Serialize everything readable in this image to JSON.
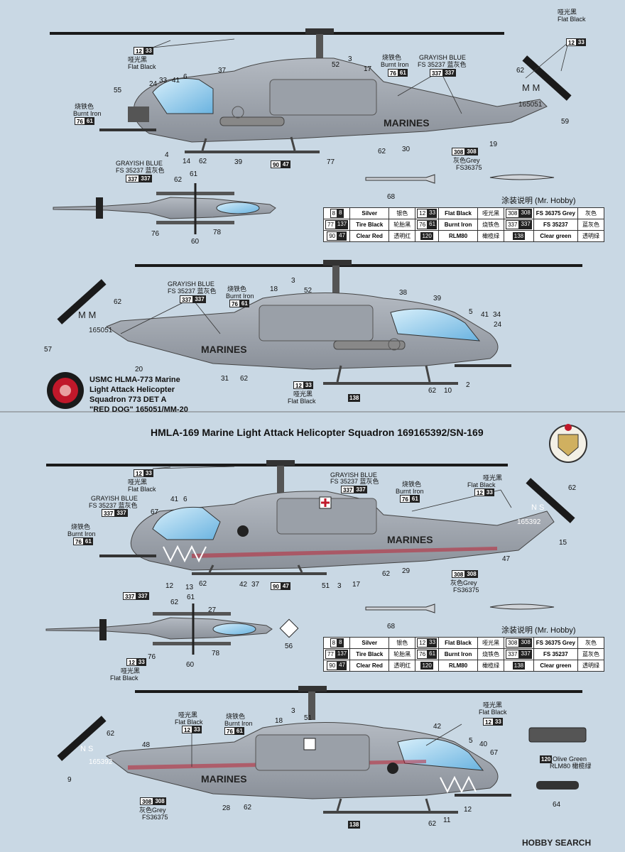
{
  "colors": {
    "background": "#c9d8e4",
    "body_grey": "#a2a8b0",
    "body_dark": "#6f747c",
    "flat_black": "#1a1a1a",
    "canopy": "#8fc6e8",
    "marking_red": "#c0182a"
  },
  "headline": "HMLA-169 Marine Light Attack Helicopter Squadron 169165392/SN-169",
  "unit1": {
    "line1": "USMC HLMA-773 Marine",
    "line2": "Light Attack Helicopter",
    "line3": "Squadron 773  DET A",
    "line4": "\"RED DOG\" 165051/MM-20"
  },
  "legend_title": "涂装说明 (Mr. Hobby)",
  "paint_rows": [
    [
      {
        "a": "8",
        "b": "8",
        "name": "Silver",
        "cn": "银色"
      },
      {
        "a": "12",
        "b": "33",
        "name": "Flat Black",
        "cn": "哑光黑"
      },
      {
        "a": "308",
        "b": "308",
        "name": "FS 36375 Grey",
        "cn": "灰色"
      }
    ],
    [
      {
        "a": "77",
        "b": "137",
        "name": "Tire Black",
        "cn": "轮胎黑"
      },
      {
        "a": "76",
        "b": "61",
        "name": "Burnt Iron",
        "cn": "烧铁色"
      },
      {
        "a": "337",
        "b": "337",
        "name": "FS 35237",
        "cn": "蓝灰色"
      }
    ],
    [
      {
        "a": "90",
        "b": "47",
        "name": "Clear Red",
        "cn": "透明红"
      },
      {
        "a": "120",
        "b": "",
        "name": "RLM80",
        "cn": "橄榄绿"
      },
      {
        "a": "138",
        "b": "",
        "name": "Clear green",
        "cn": "透明绿"
      }
    ]
  ],
  "labels": {
    "flat_black_cn": "哑光黑",
    "flat_black_en": "Flat Black",
    "burnt_iron_cn": "烧铁色",
    "burnt_iron_en": "Burnt Iron",
    "grayish_blue": "GRAYISH BLUE",
    "fs35237": "FS 35237 蓝灰色",
    "grey_cn": "灰色Grey",
    "fs36375": "FS36375",
    "olive_green": "Olive Green",
    "rlm80": "RLM80 橄榄绿"
  },
  "chips": {
    "c1233": {
      "a": "12",
      "b": "33"
    },
    "c7661": {
      "a": "76",
      "b": "61"
    },
    "c337": {
      "a": "337",
      "b": "337"
    },
    "c308": {
      "a": "308",
      "b": "308"
    },
    "c9047": {
      "a": "90",
      "b": "47"
    },
    "c138": {
      "a": "138",
      "b": ""
    },
    "c120": {
      "a": "120",
      "b": ""
    }
  },
  "markings": {
    "marines": "MARINES",
    "serial1": "165051",
    "serial2": "165392",
    "code1": "M M",
    "code2": "N S"
  },
  "watermark": "HOBBY SEARCH",
  "parts": {
    "p1": [
      "37",
      "52",
      "3",
      "17",
      "24",
      "33",
      "41",
      "6",
      "55",
      "62",
      "59",
      "4",
      "14",
      "62",
      "39",
      "77",
      "62",
      "30",
      "19",
      "68"
    ],
    "p2": [
      "61",
      "62",
      "76",
      "78",
      "60"
    ],
    "p3": [
      "18",
      "3",
      "52",
      "38",
      "39",
      "5",
      "41",
      "34",
      "24",
      "62",
      "57",
      "20",
      "31",
      "62",
      "62",
      "10",
      "2"
    ],
    "p4": [
      "41",
      "6",
      "67",
      "62",
      "15",
      "47",
      "12",
      "13",
      "62",
      "42",
      "37",
      "51",
      "3",
      "17",
      "62",
      "29",
      "68"
    ],
    "p5": [
      "61",
      "62",
      "27",
      "76",
      "78",
      "60",
      "56"
    ],
    "p6": [
      "3",
      "18",
      "51",
      "42",
      "5",
      "40",
      "67",
      "62",
      "48",
      "9",
      "28",
      "62",
      "12",
      "11",
      "62",
      "64"
    ]
  }
}
